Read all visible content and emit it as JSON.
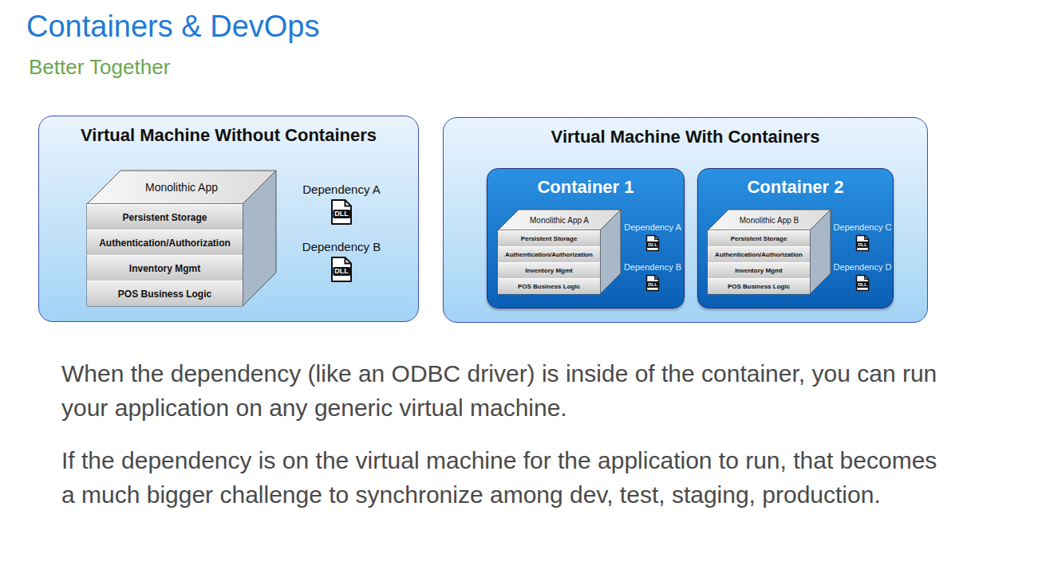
{
  "diagram": {
    "title": "Containers & DevOps",
    "nodes": [
      {
        "text": [
          "Virtual Machine Without Containers"
        ]
      },
      {
        "text": [
          "Monolithic App"
        ],
        "in": 0
      },
      {
        "text": [
          "Persistent Storage"
        ],
        "in": 1
      },
      {
        "text": [
          "Authentication/Authorization"
        ],
        "in": 1
      },
      {
        "text": [
          "Inventory Mgmt"
        ],
        "in": 1
      },
      {
        "text": [
          "POS Business Logic"
        ],
        "in": 1
      },
      {
        "text": [
          "Dependency A",
          "DLL"
        ],
        "in": 0
      },
      {
        "text": [
          "Dependency B",
          "DLL"
        ],
        "in": 0
      },
      {
        "text": [
          "Virtual Machine With Containers"
        ]
      },
      {
        "text": [
          "Container 1"
        ],
        "in": 8
      },
      {
        "text": [
          "Monolithic App A"
        ],
        "in": 9
      },
      {
        "text": [
          "Persistent Storage"
        ],
        "in": 10
      },
      {
        "text": [
          "Authentication/Authorization"
        ],
        "in": 10
      },
      {
        "text": [
          "Inventory Mgmt"
        ],
        "in": 10
      },
      {
        "text": [
          "POS Business Logic"
        ],
        "in": 10
      },
      {
        "text": [
          "Dependency A",
          "DLL"
        ],
        "in": 9
      },
      {
        "text": [
          "Dependency B",
          "DLL"
        ],
        "in": 9
      },
      {
        "text": [
          "Container 2"
        ],
        "in": 8
      },
      {
        "text": [
          "Monolithic App B"
        ],
        "in": 17
      },
      {
        "text": [
          "Persistent Storage"
        ],
        "in": 18
      },
      {
        "text": [
          "Authentication/Authorization"
        ],
        "in": 18
      },
      {
        "text": [
          "Inventory Mgmt"
        ],
        "in": 18
      },
      {
        "text": [
          "POS Business Logic"
        ],
        "in": 18
      },
      {
        "text": [
          "Dependency C",
          "DLL"
        ],
        "in": 17
      },
      {
        "text": [
          "Dependency D",
          "DLL"
        ],
        "in": 17
      }
    ],
    "labels": [
      "Better Together",
      "When the dependency (like an ODBC driver) is inside of the container, you can run your application on any generic virtual machine.",
      "If the dependency is on the virtual machine for the application to run, that becomes a much bigger challenge to synchronize among dev, test, staging, production."
    ]
  }
}
